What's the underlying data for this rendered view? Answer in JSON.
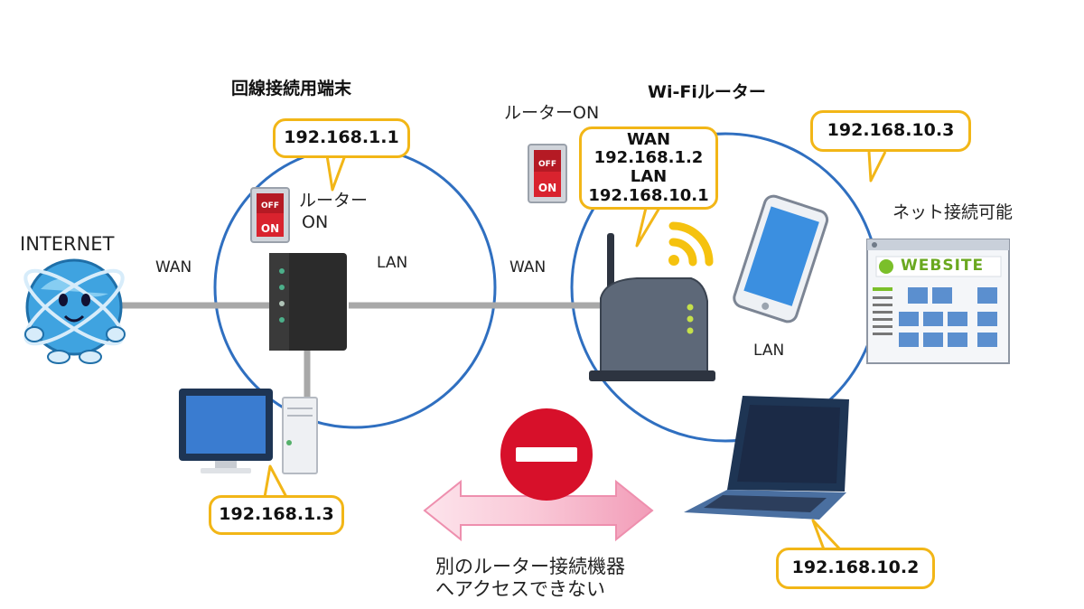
{
  "labels": {
    "internet": "INTERNET",
    "wan_left": "WAN",
    "lan_middle": "LAN",
    "wan_right": "WAN",
    "lan_right": "LAN",
    "modem_title": "回線接続用端末",
    "router_title": "Wi-Fiルーター",
    "switch1_label_line1": "ルーター",
    "switch1_label_line2": "ON",
    "switch2_label": "ルーターON",
    "switch_off": "OFF",
    "switch_on": "ON",
    "website_ok": "ネット接続可能",
    "website_logo": "WEBSITE",
    "no_access_line1": "別のルーター接続機器",
    "no_access_line2": "へアクセスできない"
  },
  "bubbles": {
    "modem_ip": "192.168.1.1",
    "pc_ip": "192.168.1.3",
    "router_wan_label": "WAN",
    "router_wan_ip": "192.168.1.2",
    "router_lan_label": "LAN",
    "router_lan_ip": "192.168.10.1",
    "website_ip": "192.168.10.3",
    "laptop_ip": "192.168.10.2"
  },
  "colors": {
    "circle": "#2f6fc0",
    "bubble_border": "#f2b617",
    "cable": "#a8a8a8",
    "stop_sign": "#d7102a",
    "arrow": "#f5b5c8",
    "switch_red": "#d9232e"
  },
  "icons": [
    "globe-mascot-icon",
    "modem-icon",
    "desktop-pc-icon",
    "router-icon",
    "wifi-signal-icon",
    "tablet-icon",
    "website-window-icon",
    "laptop-icon",
    "power-switch-icon",
    "no-entry-icon",
    "double-arrow-icon"
  ]
}
